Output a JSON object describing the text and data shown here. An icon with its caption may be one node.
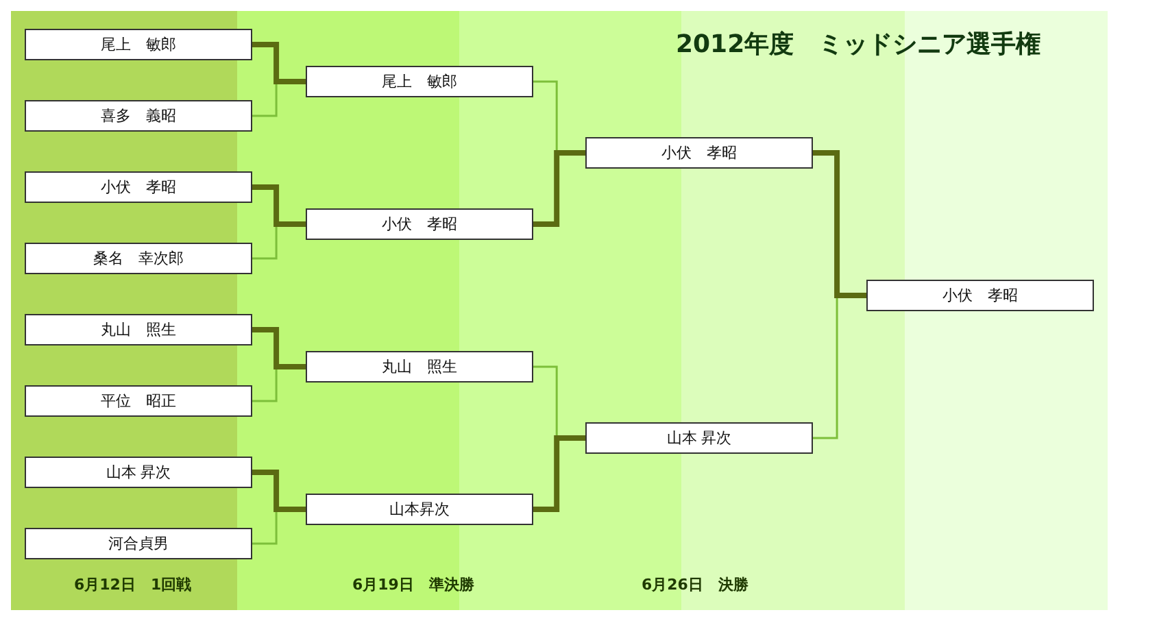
{
  "diagram": {
    "title": "2012年度　ミッドシニア選手権",
    "nodes": [
      {
        "text": [
          "尾上　敏郎"
        ]
      },
      {
        "text": [
          "喜多　義昭"
        ]
      },
      {
        "text": [
          "小伏　孝昭"
        ]
      },
      {
        "text": [
          "桑名　幸次郎"
        ]
      },
      {
        "text": [
          "丸山　照生"
        ]
      },
      {
        "text": [
          "平位　昭正"
        ]
      },
      {
        "text": [
          "山本 昇次"
        ]
      },
      {
        "text": [
          "河合貞男"
        ]
      },
      {
        "text": [
          "尾上　敏郎"
        ]
      },
      {
        "text": [
          "小伏　孝昭"
        ]
      },
      {
        "text": [
          "丸山　照生"
        ]
      },
      {
        "text": [
          "山本昇次"
        ]
      },
      {
        "text": [
          "小伏　孝昭"
        ]
      },
      {
        "text": [
          "山本 昇次"
        ]
      },
      {
        "text": [
          "小伏　孝昭"
        ]
      }
    ],
    "edges": [
      {
        "from": 0,
        "to": 8,
        "arrow": "none",
        "style": "thick"
      },
      {
        "from": 1,
        "to": 8,
        "arrow": "none",
        "color": "#7dbf3a"
      },
      {
        "from": 2,
        "to": 9,
        "arrow": "none",
        "style": "thick"
      },
      {
        "from": 3,
        "to": 9,
        "arrow": "none",
        "color": "#7dbf3a"
      },
      {
        "from": 4,
        "to": 10,
        "arrow": "none",
        "style": "thick"
      },
      {
        "from": 5,
        "to": 10,
        "arrow": "none",
        "color": "#7dbf3a"
      },
      {
        "from": 6,
        "to": 11,
        "arrow": "none",
        "style": "thick"
      },
      {
        "from": 7,
        "to": 11,
        "arrow": "none",
        "color": "#7dbf3a"
      },
      {
        "from": 8,
        "to": 12,
        "arrow": "none",
        "color": "#7dbf3a"
      },
      {
        "from": 9,
        "to": 12,
        "arrow": "none",
        "style": "thick"
      },
      {
        "from": 10,
        "to": 13,
        "arrow": "none",
        "color": "#7dbf3a"
      },
      {
        "from": 11,
        "to": 13,
        "arrow": "none",
        "style": "thick"
      },
      {
        "from": 12,
        "to": 14,
        "arrow": "none",
        "style": "thick"
      },
      {
        "from": 13,
        "to": 14,
        "arrow": "none",
        "color": "#7dbf3a"
      }
    ],
    "labels": [
      "6月12日　1回戦",
      "6月19日　準決勝",
      "6月26日　決勝"
    ]
  }
}
